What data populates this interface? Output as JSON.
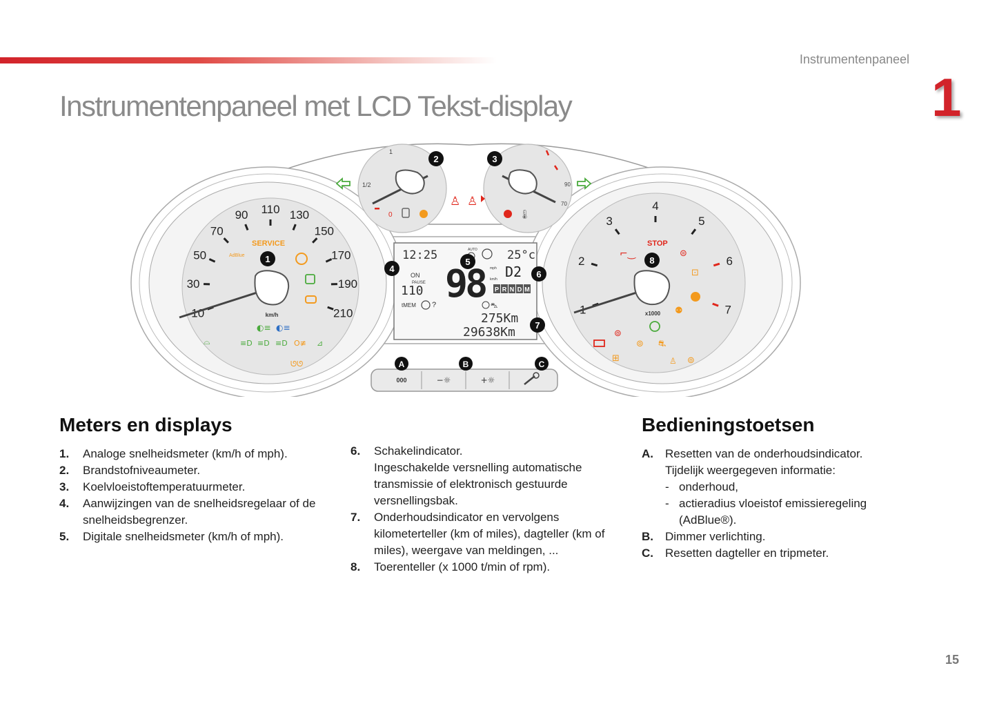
{
  "header": {
    "section": "Instrumentenpaneel",
    "chapter": "1",
    "title": "Instrumentenpaneel met LCD Tekst-display"
  },
  "cluster": {
    "speedo": {
      "ticks": [
        "10",
        "30",
        "50",
        "70",
        "90",
        "110",
        "130",
        "150",
        "170",
        "190",
        "210"
      ],
      "unit": "km/h",
      "service": "SERVICE",
      "adblue": "AdBlue",
      "callout": "1"
    },
    "fuel": {
      "callout": "2",
      "half": "1/2",
      "full": "1",
      "empty": "0"
    },
    "temp": {
      "callout": "3",
      "mid": "90",
      "low": "70"
    },
    "lcd": {
      "time": "12:25",
      "temp": "25°c",
      "speed": "98",
      "speed_unit_top": "mph",
      "speed_unit_bottom": "km/h",
      "gear": "D2",
      "gears": [
        "P",
        "R",
        "N",
        "D",
        "M"
      ],
      "on": "ON",
      "pause": "PAUSE",
      "set_speed": "110",
      "mem": "tMEM",
      "range": "275Km",
      "odometer": "29638Km",
      "auto": "AUTO"
    },
    "tacho": {
      "ticks": [
        "1",
        "2",
        "3",
        "4",
        "5",
        "6",
        "7"
      ],
      "stop": "STOP",
      "unit": "x1000",
      "callout": "8"
    },
    "callouts": {
      "four": "4",
      "five": "5",
      "six": "6",
      "seven": "7"
    },
    "buttons": [
      {
        "callout": "A",
        "label": "000"
      },
      {
        "callout": "B",
        "label": "−☼"
      },
      {
        "callout": "",
        "label": "+☼"
      },
      {
        "callout": "C",
        "label": "wrench-icon"
      }
    ],
    "button_b_callout": "B",
    "colors": {
      "red": "#e0261b",
      "orange": "#f39a1e",
      "green": "#4aaa3c",
      "blue": "#2e6fc4"
    }
  },
  "meters": {
    "heading": "Meters en displays",
    "items": [
      {
        "num": "1.",
        "text": "Analoge snelheidsmeter (km/h of mph)."
      },
      {
        "num": "2.",
        "text": "Brandstofniveaumeter."
      },
      {
        "num": "3.",
        "text": "Koelvloeistoftemperatuurmeter."
      },
      {
        "num": "4.",
        "text": "Aanwijzingen van de snelheidsregelaar of de snelheidsbegrenzer."
      },
      {
        "num": "5.",
        "text": "Digitale snelheidsmeter (km/h of mph)."
      }
    ]
  },
  "meters2": {
    "items": [
      {
        "num": "6.",
        "text": "Schakelindicator.",
        "extra": "Ingeschakelde versnelling automatische transmissie of elektronisch gestuurde versnellingsbak."
      },
      {
        "num": "7.",
        "text": "Onderhoudsindicator en vervolgens kilometerteller (km of miles), dagteller (km of miles), weergave van meldingen, ..."
      },
      {
        "num": "8.",
        "text": "Toerenteller (x 1000 t/min of rpm)."
      }
    ]
  },
  "controls": {
    "heading": "Bedieningstoetsen",
    "a": {
      "num": "A.",
      "text": "Resetten van de onderhoudsindicator.",
      "extra": "Tijdelijk weergegeven informatie:"
    },
    "a_subs": [
      "onderhoud,",
      "actieradius vloeistof emissieregeling (AdBlue®)."
    ],
    "b": {
      "num": "B.",
      "text": "Dimmer verlichting."
    },
    "c": {
      "num": "C.",
      "text": "Resetten dagteller en tripmeter."
    }
  },
  "page_number": "15"
}
